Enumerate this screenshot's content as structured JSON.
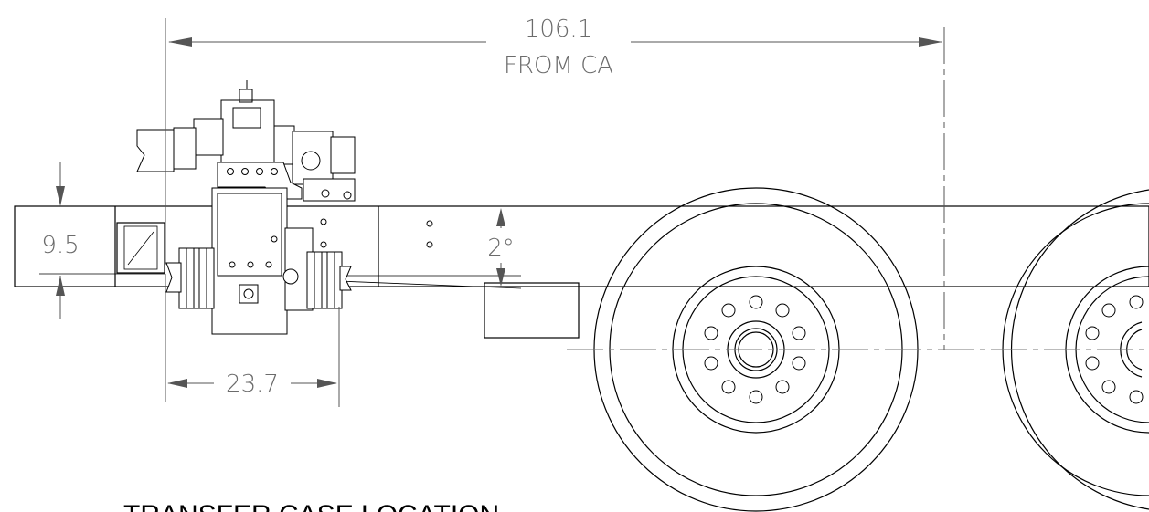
{
  "dimensions": {
    "overall_length": "106.1",
    "overall_length_ref": "FROM CA",
    "frame_height": "9.5",
    "angle": "2°",
    "case_width": "23.7"
  },
  "caption": "TRANSFER CASE LOCATION",
  "colors": {
    "line": "#000000",
    "dimension": "#6b6b6b",
    "background": "#ffffff"
  }
}
